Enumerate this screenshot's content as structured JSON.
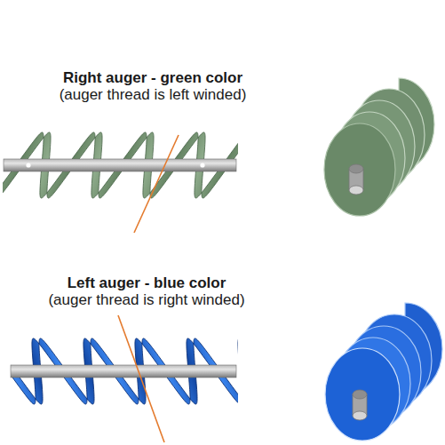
{
  "diagram": {
    "labels": [
      "Right auger - green color",
      "(auger thread is left winded)",
      "Left auger - blue color",
      "(auger thread is right winded)"
    ]
  }
}
